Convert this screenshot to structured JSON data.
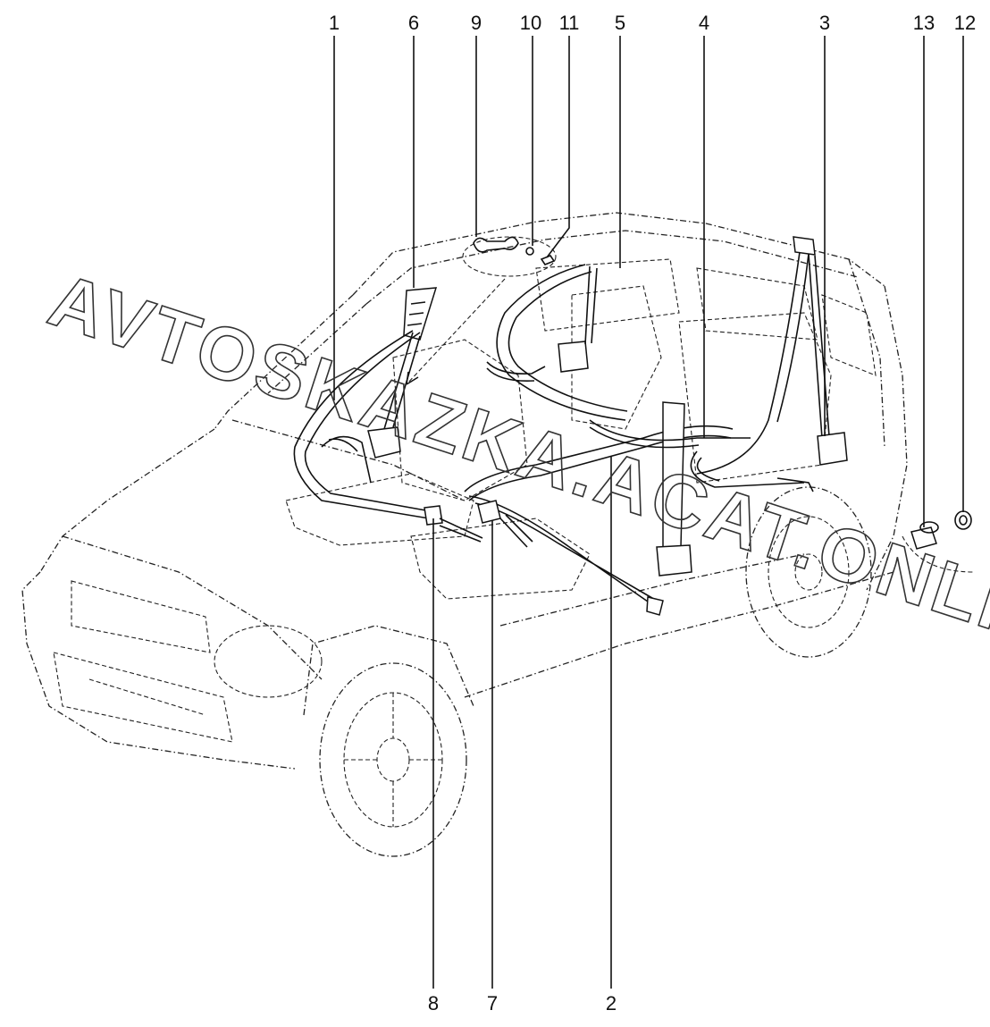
{
  "watermark": "AVTOSKAZKA.ACAT.ONLINE",
  "callouts": [
    "1",
    "6",
    "9",
    "10",
    "11",
    "5",
    "4",
    "3",
    "13",
    "12",
    "8",
    "7",
    "2"
  ],
  "colors": {
    "line": "#111111",
    "background": "#ffffff"
  }
}
